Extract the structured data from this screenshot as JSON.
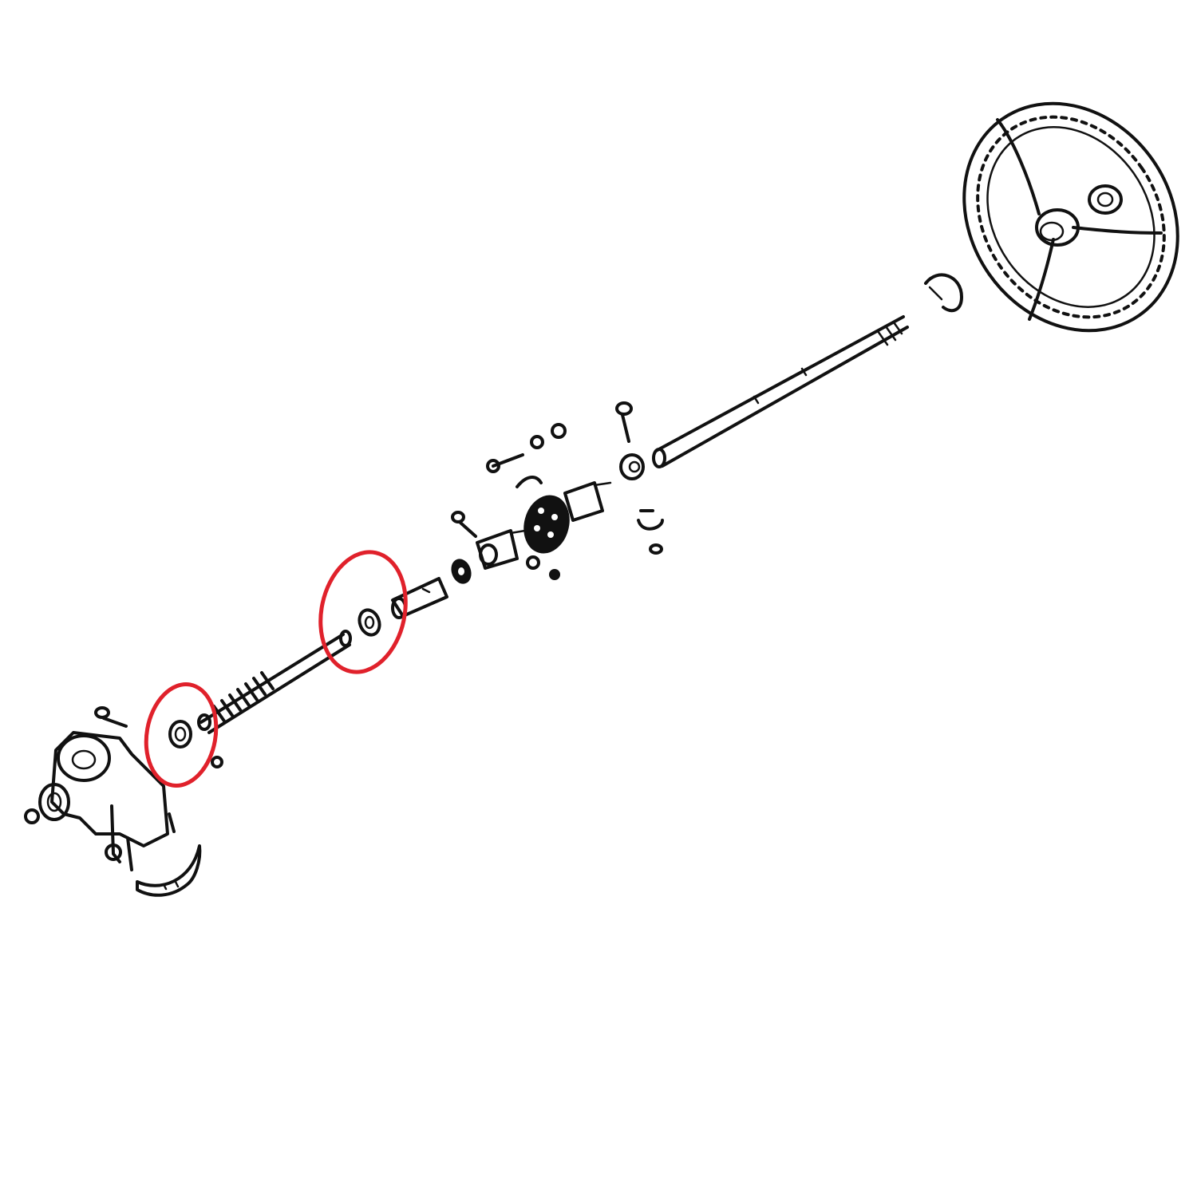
{
  "diagram": {
    "colors": {
      "ink": "#111111",
      "highlight": "#e0212b",
      "background": "#ffffff"
    },
    "parts": [
      {
        "name": "steering-wheel"
      },
      {
        "name": "wheel-nut"
      },
      {
        "name": "column-clamp-upper"
      },
      {
        "name": "upper-steering-shaft"
      },
      {
        "name": "pinch-bolt-upper"
      },
      {
        "name": "universal-joint-upper"
      },
      {
        "name": "flexible-coupling-disc"
      },
      {
        "name": "universal-joint-lower"
      },
      {
        "name": "pinch-bolt-lower"
      },
      {
        "name": "bushing-spacer"
      },
      {
        "name": "lower-steering-shaft"
      },
      {
        "name": "thrust-washer"
      },
      {
        "name": "worm-gear"
      },
      {
        "name": "bearing-ring"
      },
      {
        "name": "steering-gearbox"
      },
      {
        "name": "gearbox-mount-clamp"
      }
    ],
    "highlights": [
      {
        "name": "highlight-circle-upper-washer"
      },
      {
        "name": "highlight-circle-lower-bearing"
      }
    ]
  }
}
